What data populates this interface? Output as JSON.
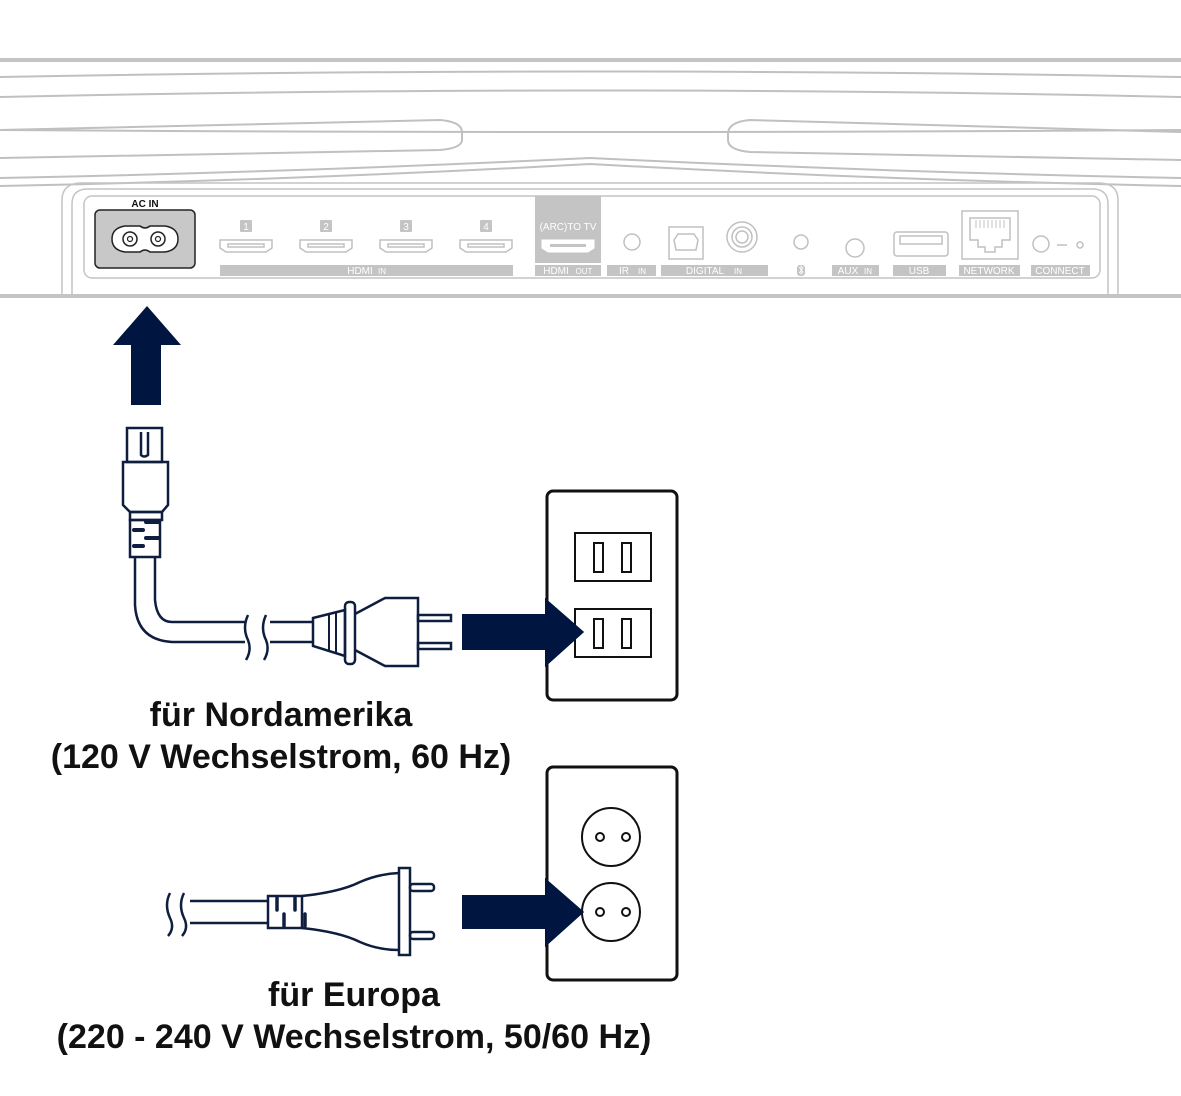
{
  "diagram": {
    "type": "connection-instructions",
    "colors": {
      "arrow": "#001640",
      "cable_outline": "#0f1d3f",
      "panel_line": "#bdbdbd",
      "panel_label_bg": "#c4c4c4",
      "ac_in_fill": "#c8c8c8",
      "outlet_outline": "#111111"
    }
  },
  "device_panel": {
    "ports": {
      "ac_in": "AC IN",
      "hdmi_in_numbers": [
        "1",
        "2",
        "3",
        "4"
      ],
      "hdmi_in_label": "HDMI",
      "hdmi_in_badge": "IN",
      "hdmi_out_top": "(ARC)TO TV",
      "hdmi_out_label": "HDMI",
      "hdmi_out_badge": "OUT",
      "ir_label": "IR",
      "ir_badge": "IN",
      "digital_label": "DIGITAL",
      "digital_badge": "IN",
      "bluetooth_icon": "bluetooth-icon",
      "aux_label": "AUX",
      "aux_badge": "IN",
      "usb_label": "USB",
      "network_label": "NETWORK",
      "connect_label": "CONNECT"
    }
  },
  "captions": {
    "north_america_title": "für Nordamerika",
    "north_america_spec": "(120 V Wechselstrom, 60 Hz)",
    "europe_title": "für Europa",
    "europe_spec": "(220 - 240 V Wechselstrom, 50/60 Hz)"
  }
}
